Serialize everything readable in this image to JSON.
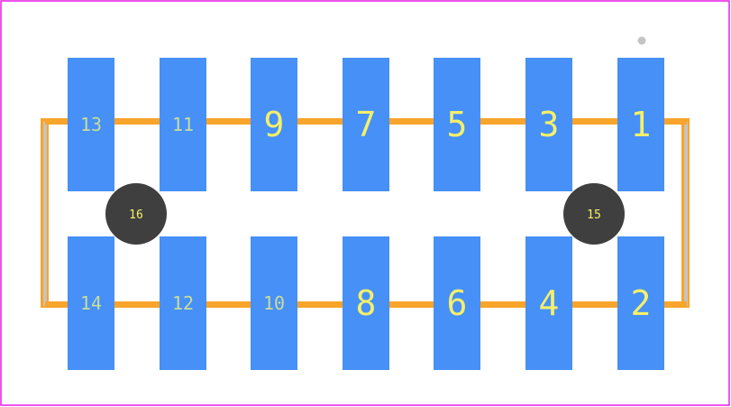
{
  "colors": {
    "pad": "#4690f7",
    "silkscreen": "#f9a42a",
    "courtyard": "#c4c4c4",
    "hole": "#3f3f3f",
    "label": "#f4f06a",
    "label_small": "#c9dc9a",
    "border": "#e81ce8"
  },
  "pads_top": [
    {
      "label": "13",
      "small": true
    },
    {
      "label": "11",
      "small": true
    },
    {
      "label": "9",
      "small": false
    },
    {
      "label": "7",
      "small": false
    },
    {
      "label": "5",
      "small": false
    },
    {
      "label": "3",
      "small": false
    },
    {
      "label": "1",
      "small": false
    }
  ],
  "pads_bottom": [
    {
      "label": "14",
      "small": true
    },
    {
      "label": "12",
      "small": true
    },
    {
      "label": "10",
      "small": true
    },
    {
      "label": "8",
      "small": false
    },
    {
      "label": "6",
      "small": false
    },
    {
      "label": "4",
      "small": false
    },
    {
      "label": "2",
      "small": false
    }
  ],
  "holes": [
    {
      "label": "16"
    },
    {
      "label": "15"
    }
  ]
}
